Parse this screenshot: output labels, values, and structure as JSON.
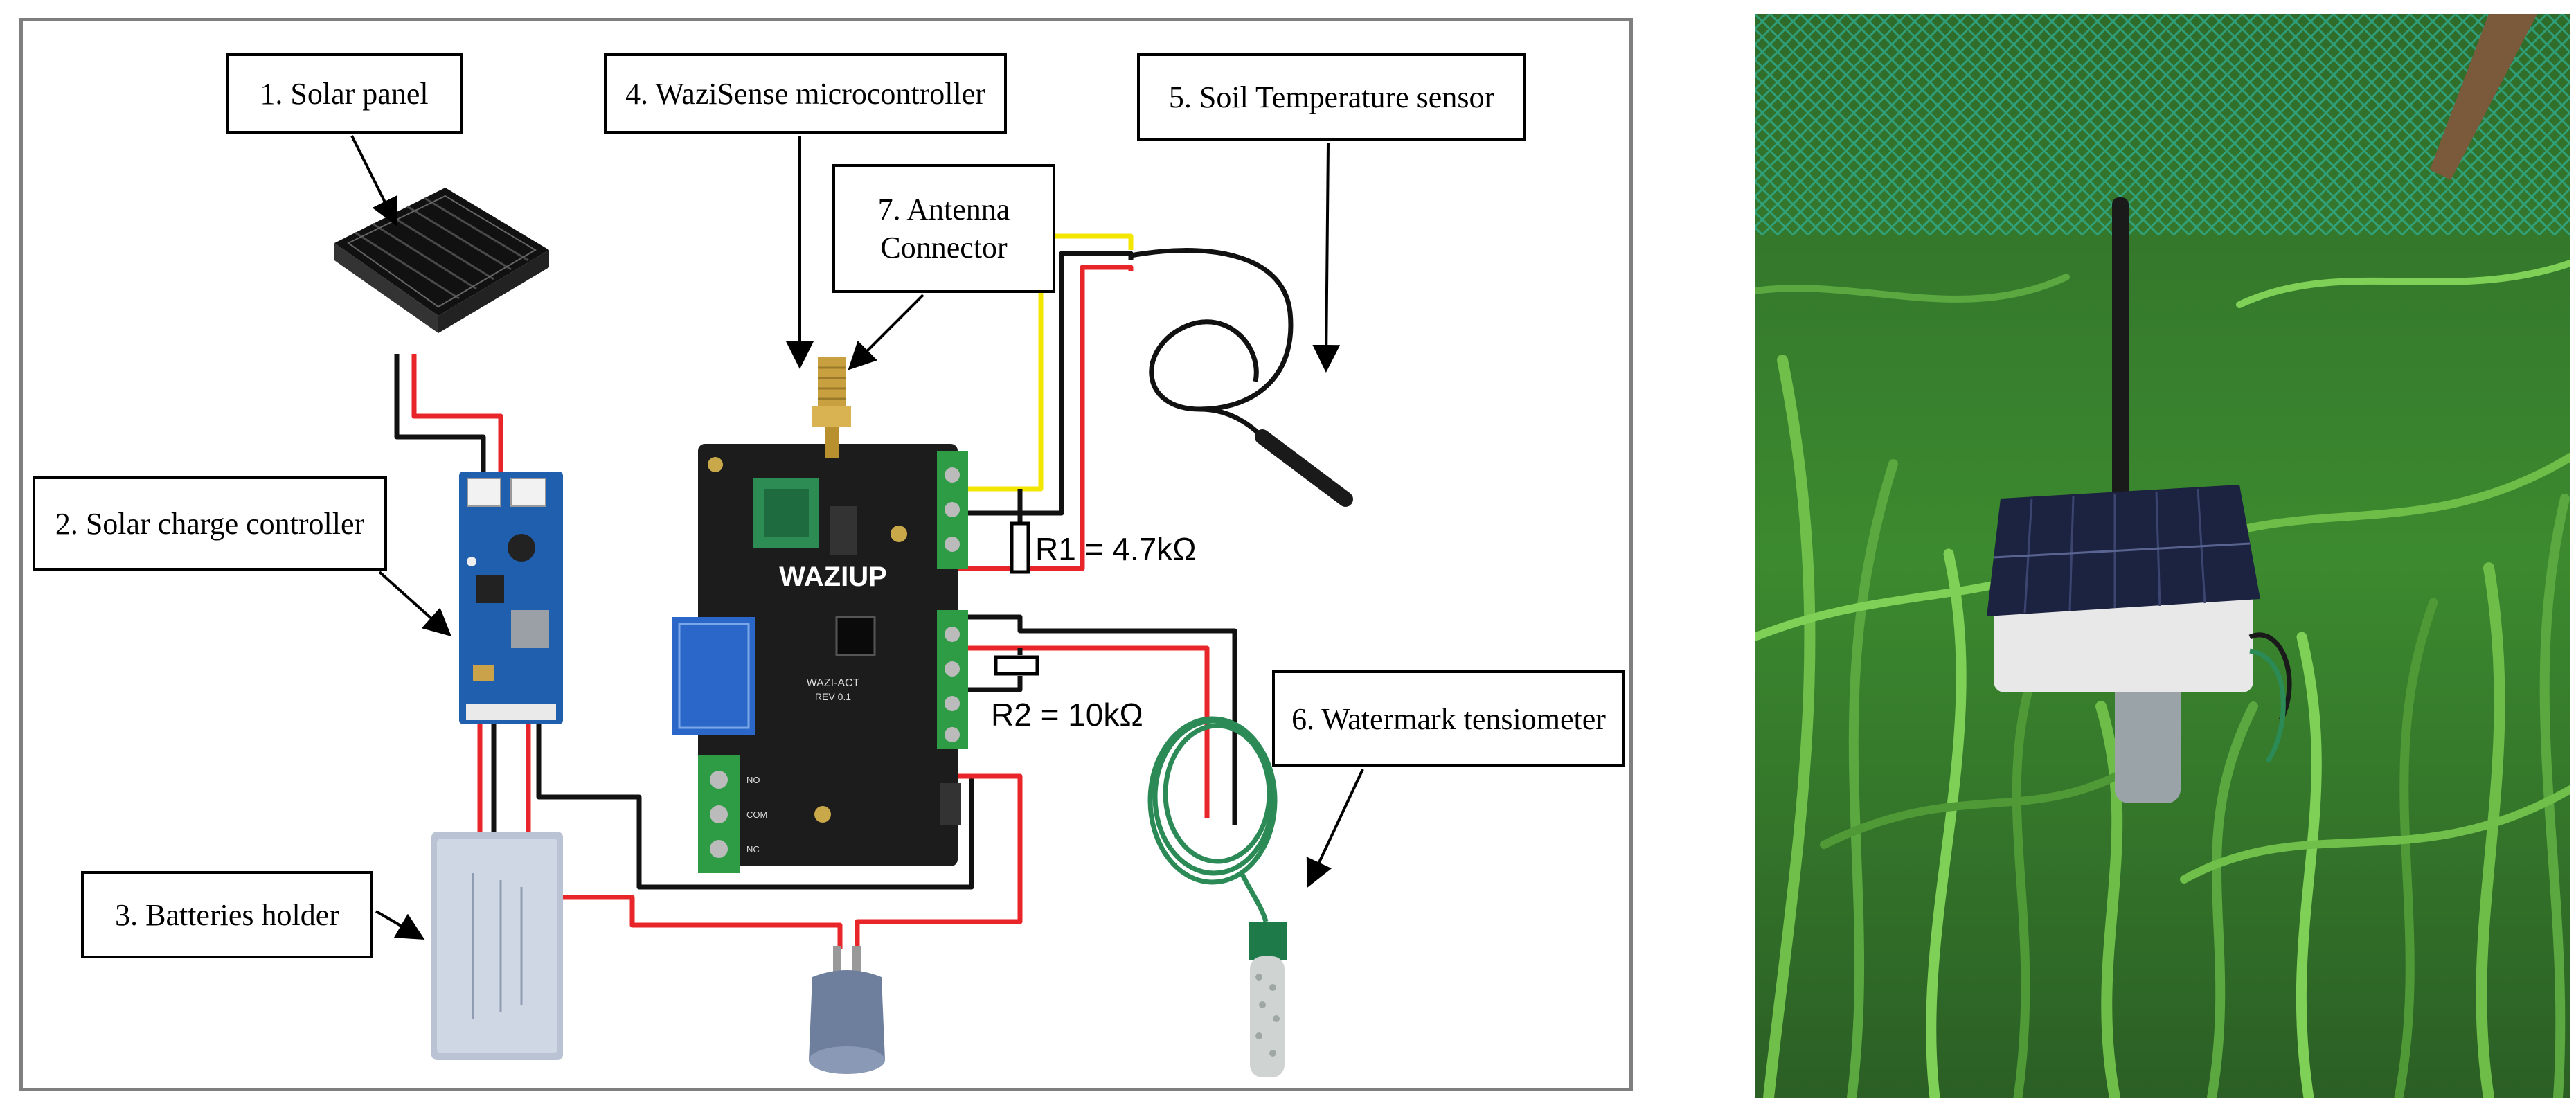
{
  "diagram": {
    "labels": {
      "solar_panel": "1. Solar panel",
      "charge_controller": "2. Solar charge controller",
      "batteries_holder": "3. Batteries  holder",
      "microcontroller": "4. WaziSense  microcontroller",
      "temperature_sensor": "5. Soil Temperature sensor",
      "tensiometer": "6. Watermark  tensiometer",
      "antenna_connector_line1": "7. Antenna",
      "antenna_connector_line2": "Connector"
    },
    "resistors": {
      "r1": "R1 = 4.7kΩ",
      "r2": "R2 = 10kΩ"
    },
    "board_text": {
      "brand": "WAZIUP",
      "model": "WAZI-ACT",
      "revision": "REV 0.1",
      "relay_terminals": [
        "NO",
        "COM",
        "NC"
      ]
    }
  },
  "colors": {
    "wire_red": "#e8262a",
    "wire_black": "#111111",
    "wire_yellow": "#f3e600",
    "board_black": "#1c1c1c",
    "pcb_blue": "#1f5fae",
    "terminal_green": "#2e9b45",
    "relay_blue": "#2a67c9",
    "grass_green": "#3c8a2f"
  },
  "icons": [
    "solar-panel-icon",
    "charge-controller-icon",
    "battery-icon",
    "waziup-board-icon",
    "antenna-connector-icon",
    "temperature-probe-icon",
    "tensiometer-icon",
    "power-switch-icon",
    "resistor-icon"
  ]
}
